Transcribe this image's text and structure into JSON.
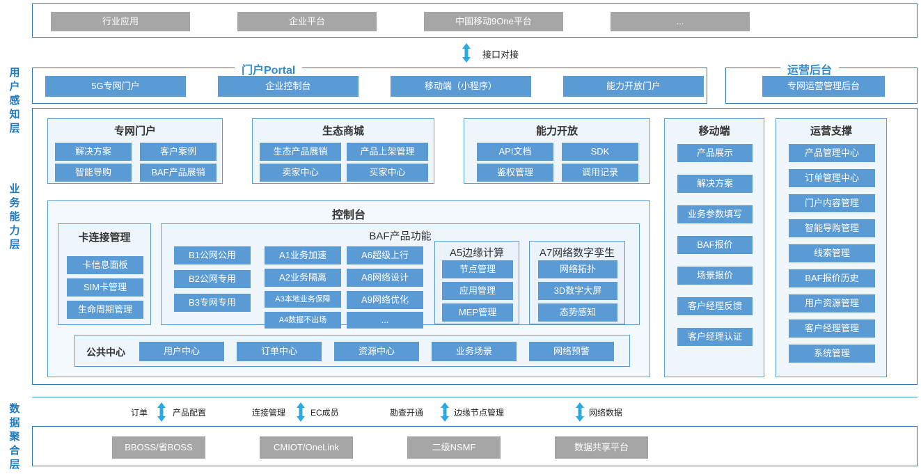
{
  "layers": [
    {
      "name": "user_perception",
      "label": "用户感知层"
    },
    {
      "name": "business_capability",
      "label": "业务能力层"
    },
    {
      "name": "data_aggregation",
      "label": "数据聚合层"
    }
  ],
  "top_systems": {
    "items": [
      {
        "label": "行业应用"
      },
      {
        "label": "企业平台"
      },
      {
        "label": "中国移动9One平台"
      },
      {
        "label": "..."
      }
    ]
  },
  "interface_link": {
    "label": "接口对接",
    "icon": "double-arrow-vertical-icon",
    "color": "#29abe2"
  },
  "portal": {
    "title": "门户Portal",
    "items": [
      {
        "label": "5G专网门户"
      },
      {
        "label": "企业控制台"
      },
      {
        "label": "移动端（小程序）"
      },
      {
        "label": "能力开放门户"
      }
    ]
  },
  "operations_backend": {
    "title": "运营后台",
    "items": [
      {
        "label": "专网运营管理后台"
      }
    ]
  },
  "business": {
    "private_portal": {
      "title": "专网门户",
      "items": [
        {
          "label": "解决方案"
        },
        {
          "label": "客户案例"
        },
        {
          "label": "智能导购"
        },
        {
          "label": "BAF产品展销"
        }
      ]
    },
    "eco_mall": {
      "title": "生态商城",
      "items": [
        {
          "label": "生态产品展销"
        },
        {
          "label": "产品上架管理"
        },
        {
          "label": "卖家中心"
        },
        {
          "label": "买家中心"
        }
      ]
    },
    "capability_open": {
      "title": "能力开放",
      "items": [
        {
          "label": "API文档"
        },
        {
          "label": "SDK"
        },
        {
          "label": "鉴权管理"
        },
        {
          "label": "调用记录"
        }
      ]
    },
    "mobile": {
      "title": "移动端",
      "items": [
        {
          "label": "产品展示"
        },
        {
          "label": "解决方案"
        },
        {
          "label": "业务参数填写"
        },
        {
          "label": "BAF报价"
        },
        {
          "label": "场景报价"
        },
        {
          "label": "客户经理反馈"
        },
        {
          "label": "客户经理认证"
        }
      ]
    },
    "operation_support": {
      "title": "运营支撑",
      "items": [
        {
          "label": "产品管理中心"
        },
        {
          "label": "订单管理中心"
        },
        {
          "label": "门户内容管理"
        },
        {
          "label": "智能导购管理"
        },
        {
          "label": "线索管理"
        },
        {
          "label": "BAF报价历史"
        },
        {
          "label": "用户资源管理"
        },
        {
          "label": "客户经理管理"
        },
        {
          "label": "系统管理"
        }
      ]
    }
  },
  "console": {
    "title": "控制台",
    "card_connection": {
      "title": "卡连接管理",
      "items": [
        {
          "label": "卡信息面板"
        },
        {
          "label": "SIM卡管理"
        },
        {
          "label": "生命周期管理"
        }
      ]
    },
    "baf": {
      "title": "BAF产品功能",
      "col_b": [
        {
          "label": "B1公网公用"
        },
        {
          "label": "B2公网专用"
        },
        {
          "label": "B3专网专用"
        }
      ],
      "col_a1": [
        {
          "label": "A1业务加速"
        },
        {
          "label": "A2业务隔离"
        },
        {
          "label": "A3本地业务保障"
        },
        {
          "label": "A4数据不出场"
        }
      ],
      "col_a2": [
        {
          "label": "A6超级上行"
        },
        {
          "label": "A8网络设计"
        },
        {
          "label": "A9网络优化"
        },
        {
          "label": "..."
        }
      ],
      "edge_computing": {
        "title": "A5边缘计算",
        "items": [
          {
            "label": "节点管理"
          },
          {
            "label": "应用管理"
          },
          {
            "label": "MEP管理"
          }
        ]
      },
      "digital_twin": {
        "title": "A7网络数字孪生",
        "items": [
          {
            "label": "网络拓扑"
          },
          {
            "label": "3D数字大屏"
          },
          {
            "label": "态势感知"
          }
        ]
      }
    },
    "public_center": {
      "label": "公共中心",
      "items": [
        {
          "label": "用户中心"
        },
        {
          "label": "订单中心"
        },
        {
          "label": "资源中心"
        },
        {
          "label": "业务场景"
        },
        {
          "label": "网络预警"
        }
      ]
    }
  },
  "data_layer": {
    "connectors": [
      {
        "left_label": "订单",
        "right_label": "产品配置"
      },
      {
        "left_label": "连接管理",
        "right_label": "EC成员"
      },
      {
        "left_label": "勘查开通",
        "right_label": "边缘节点管理"
      },
      {
        "left_label": "",
        "right_label": "网络数据"
      }
    ],
    "systems": [
      {
        "label": "BBOSS/省BOSS"
      },
      {
        "label": "CMIOT/OneLink"
      },
      {
        "label": "二级NSMF"
      },
      {
        "label": "数据共享平台"
      }
    ]
  },
  "colors": {
    "tile_blue": "#5b9bd5",
    "tile_grey": "#a6a6a6",
    "border_blue": "#2e75b6",
    "title_blue": "#2e8bd0",
    "layer_label_blue": "#1f7ac0",
    "arrow_cyan": "#29abe2",
    "card_bg": "#eef5fb",
    "region_bg": "#f2f8fd"
  }
}
